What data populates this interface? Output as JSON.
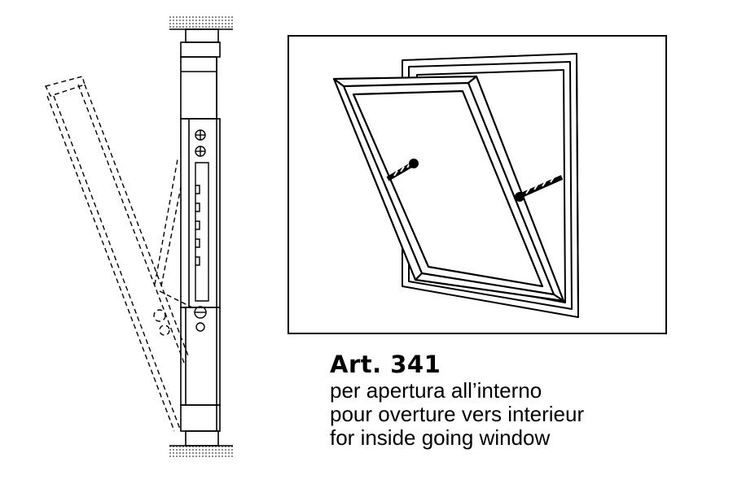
{
  "figure": {
    "article": "Art. 341",
    "descriptions": [
      "per apertura all’interno",
      "pour overture vers interieur",
      "for inside going window"
    ]
  },
  "drawings": {
    "side_view": "window section with fixed frame and tilted sash shown dashed",
    "perspective": "tilt window opening inward with two stays"
  }
}
